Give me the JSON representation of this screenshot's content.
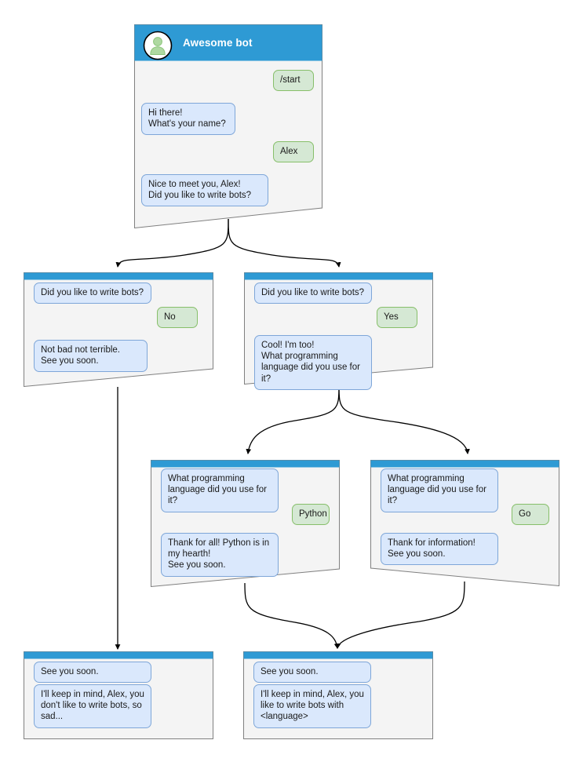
{
  "diagram": {
    "type": "bot-conversation-flowchart",
    "colors": {
      "header_blue": "#2e9ad4",
      "node_background": "#f4f4f4",
      "node_border": "#808080",
      "bot_bubble_fill": "#dae8fc",
      "bot_bubble_border": "#7ea6d8",
      "user_bubble_fill": "#d5e8d4",
      "user_bubble_border": "#87bf6a",
      "avatar_person": "#aed9a1",
      "edge_stroke": "#000000",
      "canvas": "#ffffff"
    }
  },
  "nodes": {
    "root": {
      "header": {
        "title": "Awesome bot",
        "avatar_icon": "person-avatar-icon"
      },
      "messages": [
        {
          "from": "user",
          "text": "/start"
        },
        {
          "from": "bot",
          "text": "Hi there!\nWhat's your name?"
        },
        {
          "from": "user",
          "text": "Alex"
        },
        {
          "from": "bot",
          "text": "Nice to meet you, Alex!\nDid you like to write bots?"
        }
      ]
    },
    "no_branch": {
      "messages": [
        {
          "from": "bot",
          "text": "Did you like to write bots?"
        },
        {
          "from": "user",
          "text": "No"
        },
        {
          "from": "bot",
          "text": "Not bad not terrible.\nSee you soon."
        }
      ]
    },
    "yes_branch": {
      "messages": [
        {
          "from": "bot",
          "text": "Did you like to write bots?"
        },
        {
          "from": "user",
          "text": "Yes"
        },
        {
          "from": "bot",
          "text": "Cool! I'm too!\nWhat programming\nlanguage did you use for it?"
        }
      ]
    },
    "python_branch": {
      "messages": [
        {
          "from": "bot",
          "text": "What programming\nlanguage did you use for it?"
        },
        {
          "from": "user",
          "text": "Python"
        },
        {
          "from": "bot",
          "text": "Thank for all! Python is in\nmy hearth!\nSee you soon."
        }
      ]
    },
    "go_branch": {
      "messages": [
        {
          "from": "bot",
          "text": "What programming\nlanguage did you use for it?"
        },
        {
          "from": "user",
          "text": "Go"
        },
        {
          "from": "bot",
          "text": "Thank for information!\nSee you soon."
        }
      ]
    },
    "end_sad": {
      "messages": [
        {
          "from": "bot",
          "text": "See you soon."
        },
        {
          "from": "bot",
          "text": "I'll keep in mind, Alex, you\ndon't like to write bots, so\nsad..."
        }
      ]
    },
    "end_happy": {
      "messages": [
        {
          "from": "bot",
          "text": "See you soon."
        },
        {
          "from": "bot",
          "text": "I'll keep in mind, Alex, you\nlike to write bots with\n<language>"
        }
      ]
    }
  }
}
